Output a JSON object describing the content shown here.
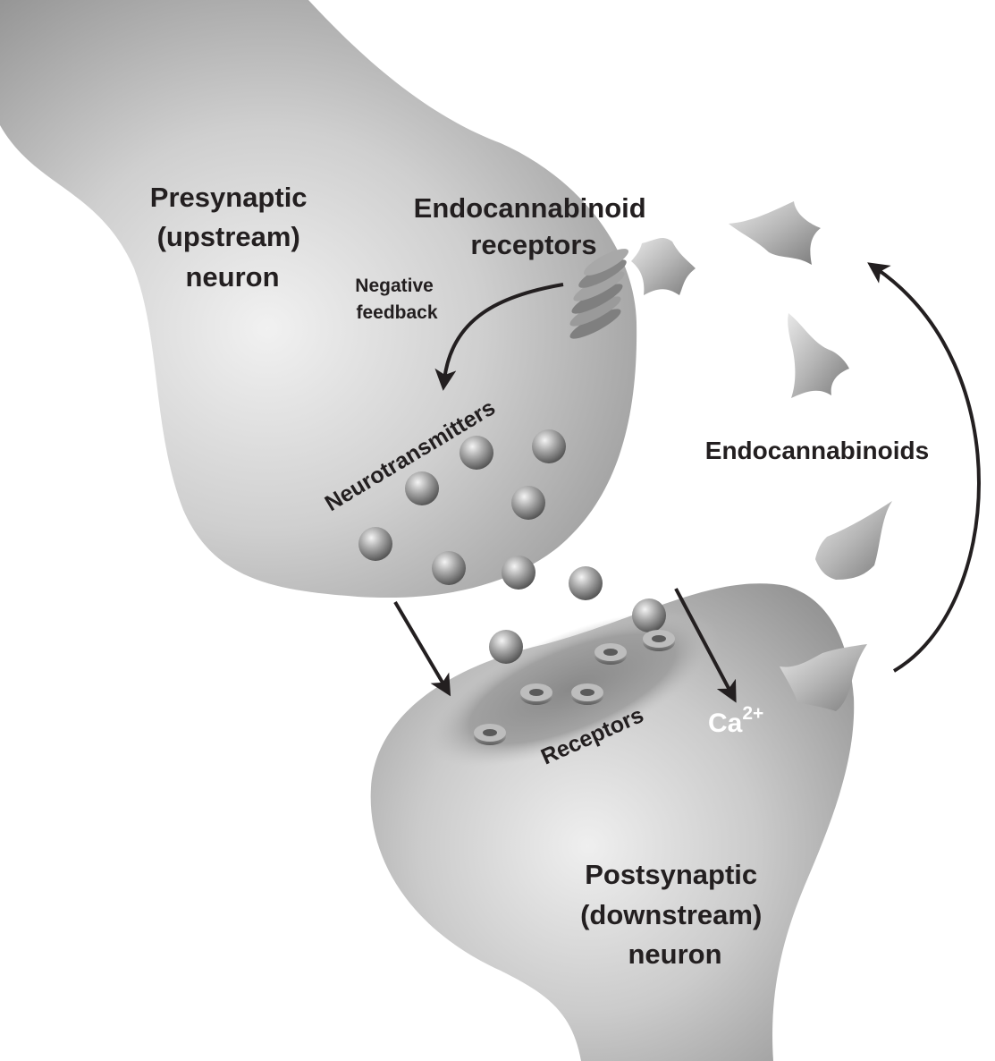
{
  "labels": {
    "presynaptic": [
      "Presynaptic",
      "(upstream)",
      "neuron"
    ],
    "postsynaptic": [
      "Postsynaptic",
      "(downstream)",
      "neuron"
    ],
    "endocannabinoid_receptors": [
      "Endocannabinoid",
      "receptors"
    ],
    "negative_feedback": [
      "Negative",
      "feedback"
    ],
    "neurotransmitters": "Neurotransmitters",
    "endocannabinoids": "Endocannabinoids",
    "receptors": "Receptors",
    "calcium": "Ca",
    "calcium_charge": "2+"
  }
}
